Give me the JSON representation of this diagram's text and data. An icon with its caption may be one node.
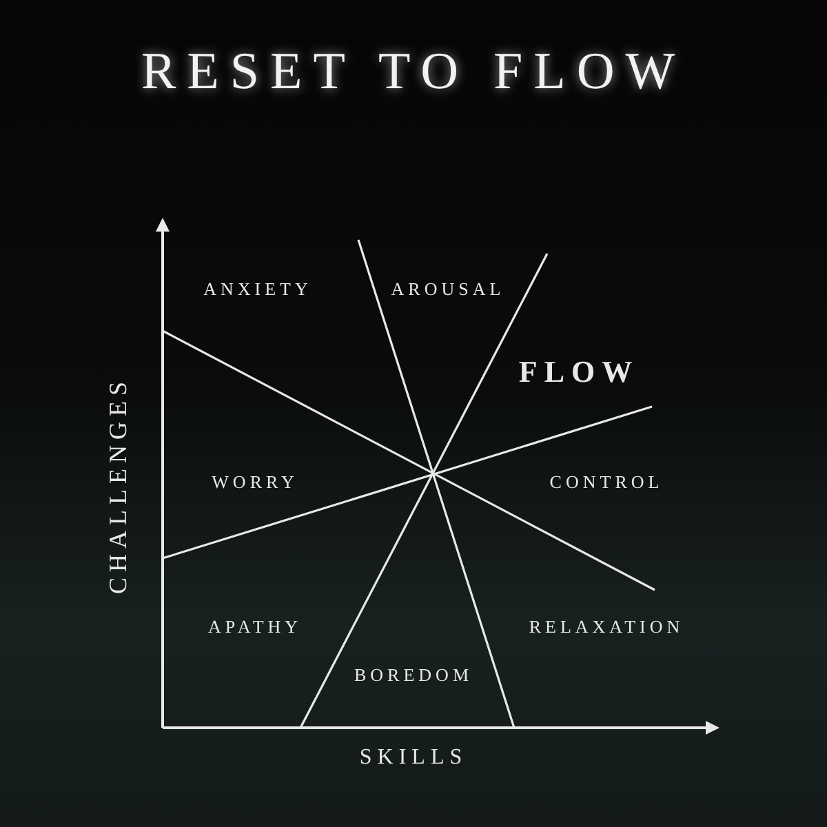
{
  "diagram": {
    "title": "RESET TO FLOW",
    "labels": [
      "ANXIETY",
      "AROUSAL",
      "FLOW",
      "WORRY",
      "CONTROL",
      "APATHY",
      "RELAXATION",
      "BOREDOM",
      "CHALLENGES",
      "SKILLS"
    ]
  }
}
